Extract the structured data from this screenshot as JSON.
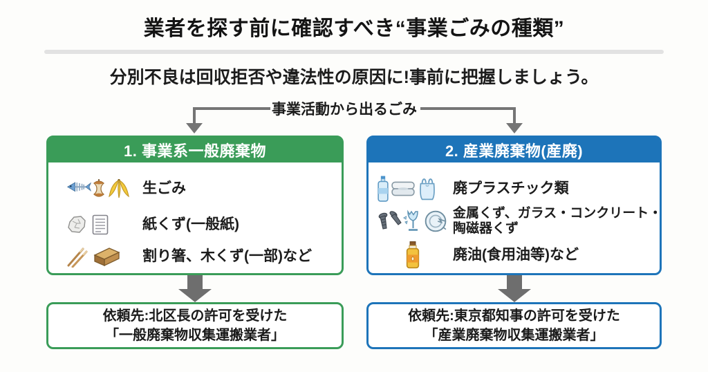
{
  "title": "業者を探す前に確認すべき“事業ごみの種類”",
  "subtitle": "分別不良は回収拒否や違法性の原因に!事前に把握しましょう。",
  "flow": {
    "source_label": "事業活動から出るごみ"
  },
  "colors": {
    "green": "#3a9c58",
    "blue": "#1d74b9",
    "arrow_gray": "#6e6e6e",
    "connector_gray": "#757575",
    "divider_gray": "#e2e2e2",
    "background": "#fdfdfb",
    "text": "#1c1c1c"
  },
  "general_waste": {
    "header": "1. 事業系一般廃棄物",
    "items": [
      {
        "label": "生ごみ",
        "icons": [
          "fish-skeleton-icon",
          "apple-core-icon",
          "banana-peel-icon"
        ]
      },
      {
        "label": "紙くず(一般紙)",
        "icons": [
          "crumpled-paper-icon",
          "document-icon"
        ]
      },
      {
        "label": "割り箸、木くず(一部)など",
        "icons": [
          "chopsticks-icon",
          "wood-plank-icon"
        ]
      }
    ],
    "destination": {
      "lines": [
        "依頼先:北区長の許可を受けた",
        "「一般廃棄物収集運搬業者」"
      ]
    }
  },
  "industrial_waste": {
    "header": "2. 産業廃棄物(産廃)",
    "items": [
      {
        "label": "廃プラスチック類",
        "icons": [
          "pet-bottle-icon",
          "food-container-icon",
          "plastic-bag-icon"
        ]
      },
      {
        "lines": [
          "金属くず、ガラス・コンクリート・",
          "陶磁器くず"
        ],
        "icons": [
          "screws-icon",
          "broken-glass-icon",
          "broken-plate-icon"
        ]
      },
      {
        "label": "廃油(食用油等)など",
        "icons": [
          "oil-bottle-icon"
        ]
      }
    ],
    "destination": {
      "lines": [
        "依頼先:東京都知事の許可を受けた",
        "「産業廃棄物収集運搬業者」"
      ]
    }
  }
}
